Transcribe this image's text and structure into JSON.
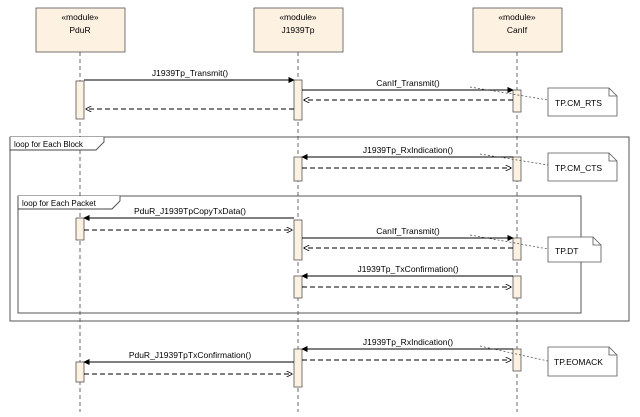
{
  "lifelines": [
    {
      "id": "pdur",
      "stereotype": "«module»",
      "name": "PduR"
    },
    {
      "id": "j1939tp",
      "stereotype": "«module»",
      "name": "J1939Tp"
    },
    {
      "id": "canif",
      "stereotype": "«module»",
      "name": "CanIf"
    }
  ],
  "frames": [
    {
      "id": "loop-block",
      "label": "loop for Each Block"
    },
    {
      "id": "loop-packet",
      "label": "loop for Each Packet"
    }
  ],
  "messages": [
    {
      "id": "m1",
      "label": "J1939Tp_Transmit()"
    },
    {
      "id": "m2",
      "label": "CanIf_Transmit()"
    },
    {
      "id": "m3",
      "label": "J1939Tp_RxIndication()"
    },
    {
      "id": "m4",
      "label": "PduR_J1939TpCopyTxData()"
    },
    {
      "id": "m5",
      "label": "CanIf_Transmit()"
    },
    {
      "id": "m6",
      "label": "J1939Tp_TxConfirmation()"
    },
    {
      "id": "m7",
      "label": "J1939Tp_RxIndication()"
    },
    {
      "id": "m8",
      "label": "PduR_J1939TpTxConfirmation()"
    }
  ],
  "notes": [
    {
      "id": "n1",
      "text": "TP.CM_RTS"
    },
    {
      "id": "n2",
      "text": "TP.CM_CTS"
    },
    {
      "id": "n3",
      "text": "TP.DT"
    },
    {
      "id": "n4",
      "text": "TP.EOMACK"
    }
  ],
  "colors": {
    "header_fill": "#fdf1e2",
    "activation_fill": "#fdf1e2",
    "line": "#333333",
    "note_fill": "#ffffff"
  }
}
